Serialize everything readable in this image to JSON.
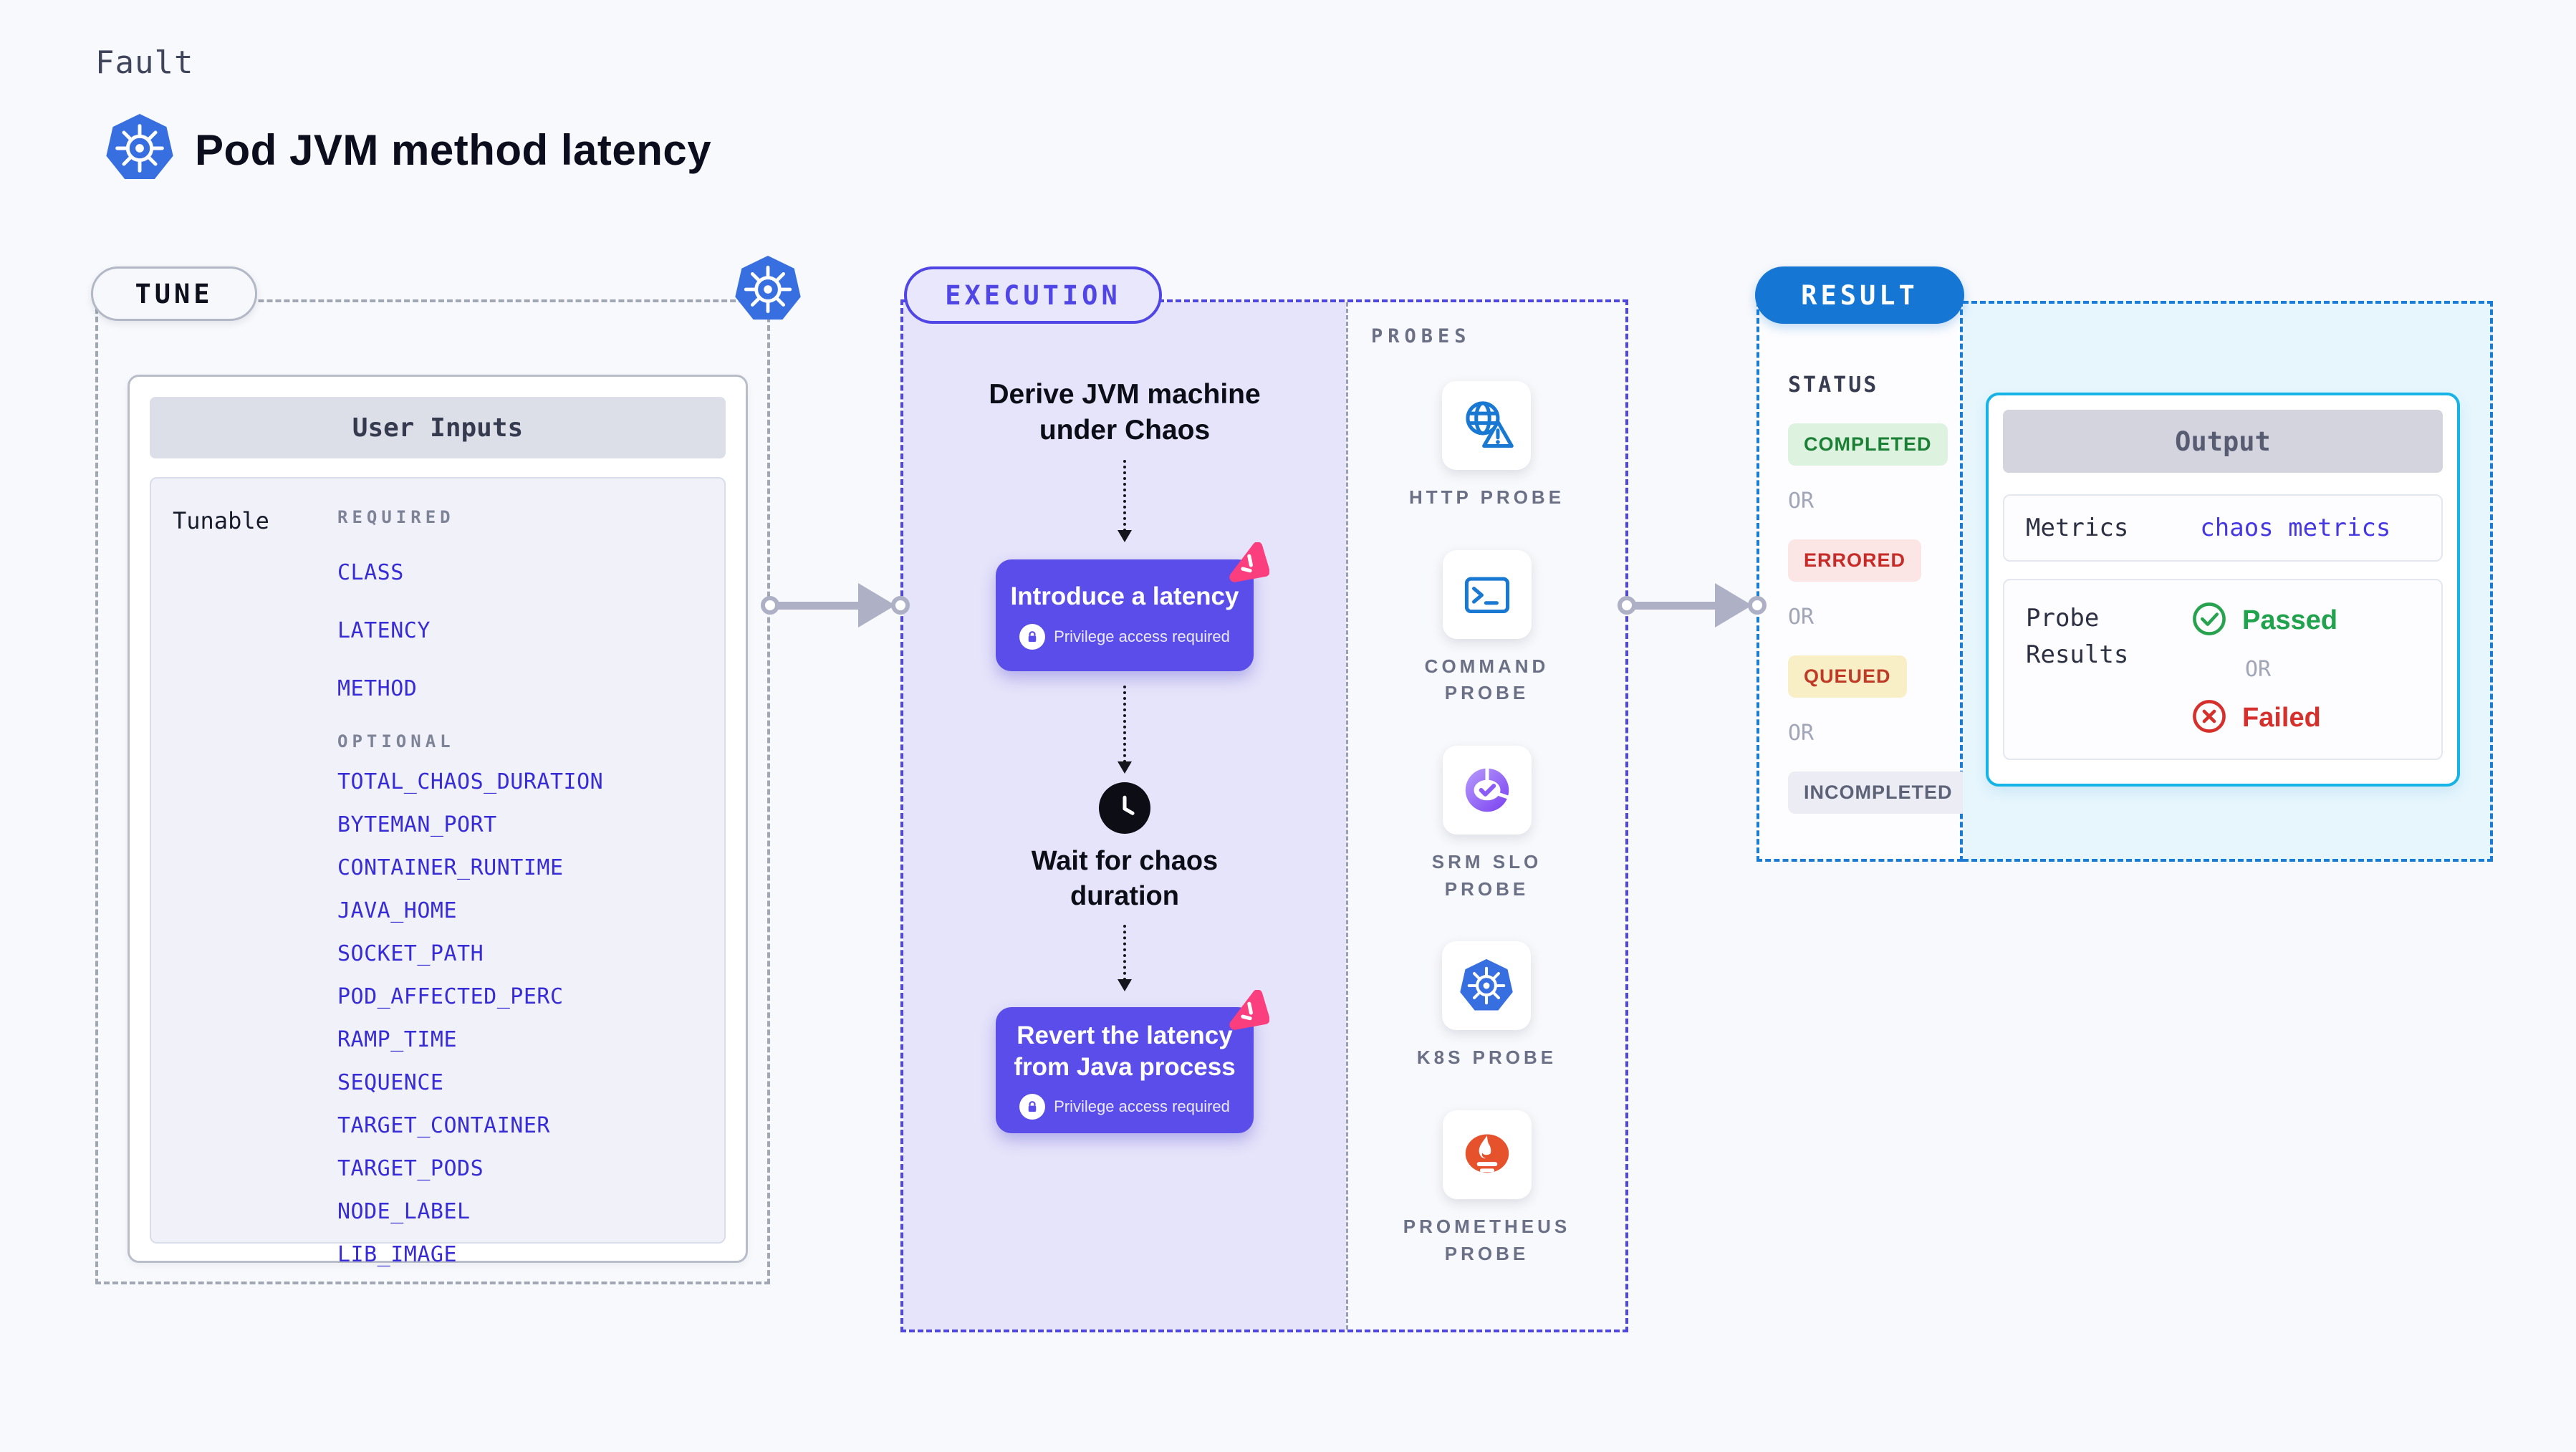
{
  "header": {
    "eyebrow": "Fault",
    "title": "Pod JVM method latency"
  },
  "tune": {
    "pill": "TUNE",
    "table_title": "User Inputs",
    "row_label": "Tunable",
    "required_label": "REQUIRED",
    "optional_label": "OPTIONAL",
    "required": [
      "CLASS",
      "LATENCY",
      "METHOD"
    ],
    "optional": [
      "TOTAL_CHAOS_DURATION",
      "BYTEMAN_PORT",
      "CONTAINER_RUNTIME",
      "JAVA_HOME",
      "SOCKET_PATH",
      "POD_AFFECTED_PERC",
      "RAMP_TIME",
      "SEQUENCE",
      "TARGET_CONTAINER",
      "TARGET_PODS",
      "NODE_LABEL",
      "LIB_IMAGE"
    ]
  },
  "execution": {
    "pill": "EXECUTION",
    "derive_line1": "Derive JVM machine",
    "derive_line2": "under Chaos",
    "introduce_title": "Introduce a latency",
    "privilege_badge": "Privilege access required",
    "wait_line1": "Wait for chaos",
    "wait_line2": "duration",
    "revert_line1": "Revert the latency",
    "revert_line2": "from Java process"
  },
  "probes": {
    "label": "PROBES",
    "items": [
      {
        "label": "HTTP PROBE",
        "icon": "globe-alert-icon"
      },
      {
        "label": "COMMAND PROBE",
        "icon": "terminal-icon"
      },
      {
        "label": "SRM SLO PROBE",
        "icon": "slo-gauge-icon"
      },
      {
        "label": "K8S PROBE",
        "icon": "kubernetes-icon"
      },
      {
        "label": "PROMETHEUS PROBE",
        "icon": "prometheus-flame-icon"
      }
    ]
  },
  "result": {
    "pill": "RESULT",
    "status_label": "STATUS",
    "or_label": "OR",
    "statuses": [
      {
        "label": "COMPLETED",
        "fg": "#1b7f35",
        "bg": "#def3df"
      },
      {
        "label": "ERRORED",
        "fg": "#c62b28",
        "bg": "#fbe6e5"
      },
      {
        "label": "QUEUED",
        "fg": "#c03a28",
        "bg": "#f9efc6"
      },
      {
        "label": "INCOMPLETED",
        "fg": "#5d6277",
        "bg": "#ebecf4"
      }
    ],
    "output": {
      "title": "Output",
      "metrics_label": "Metrics",
      "metrics_value": "chaos metrics",
      "probe_results_line1": "Probe",
      "probe_results_line2": "Results",
      "passed": "Passed",
      "failed": "Failed"
    }
  },
  "colors": {
    "accent_indigo": "#4f46e5",
    "button_indigo": "#5a4de9",
    "item_link_indigo": "#372cd6",
    "kubernetes_blue": "#376fe0",
    "result_blue": "#1577d3",
    "cyan_border": "#16b3e6",
    "lavender_fill": "#e6e4fa",
    "cyan_fill": "#e7f6fd",
    "arrow_gray": "#aeb1c5",
    "passed_green": "#21a24c",
    "failed_red": "#d6302c",
    "chaos_pink": "#fb3e7d",
    "probe_icon_blue": "#1878d2",
    "prometheus_orange": "#e6522c",
    "srm_purple": "#7c3aed"
  }
}
